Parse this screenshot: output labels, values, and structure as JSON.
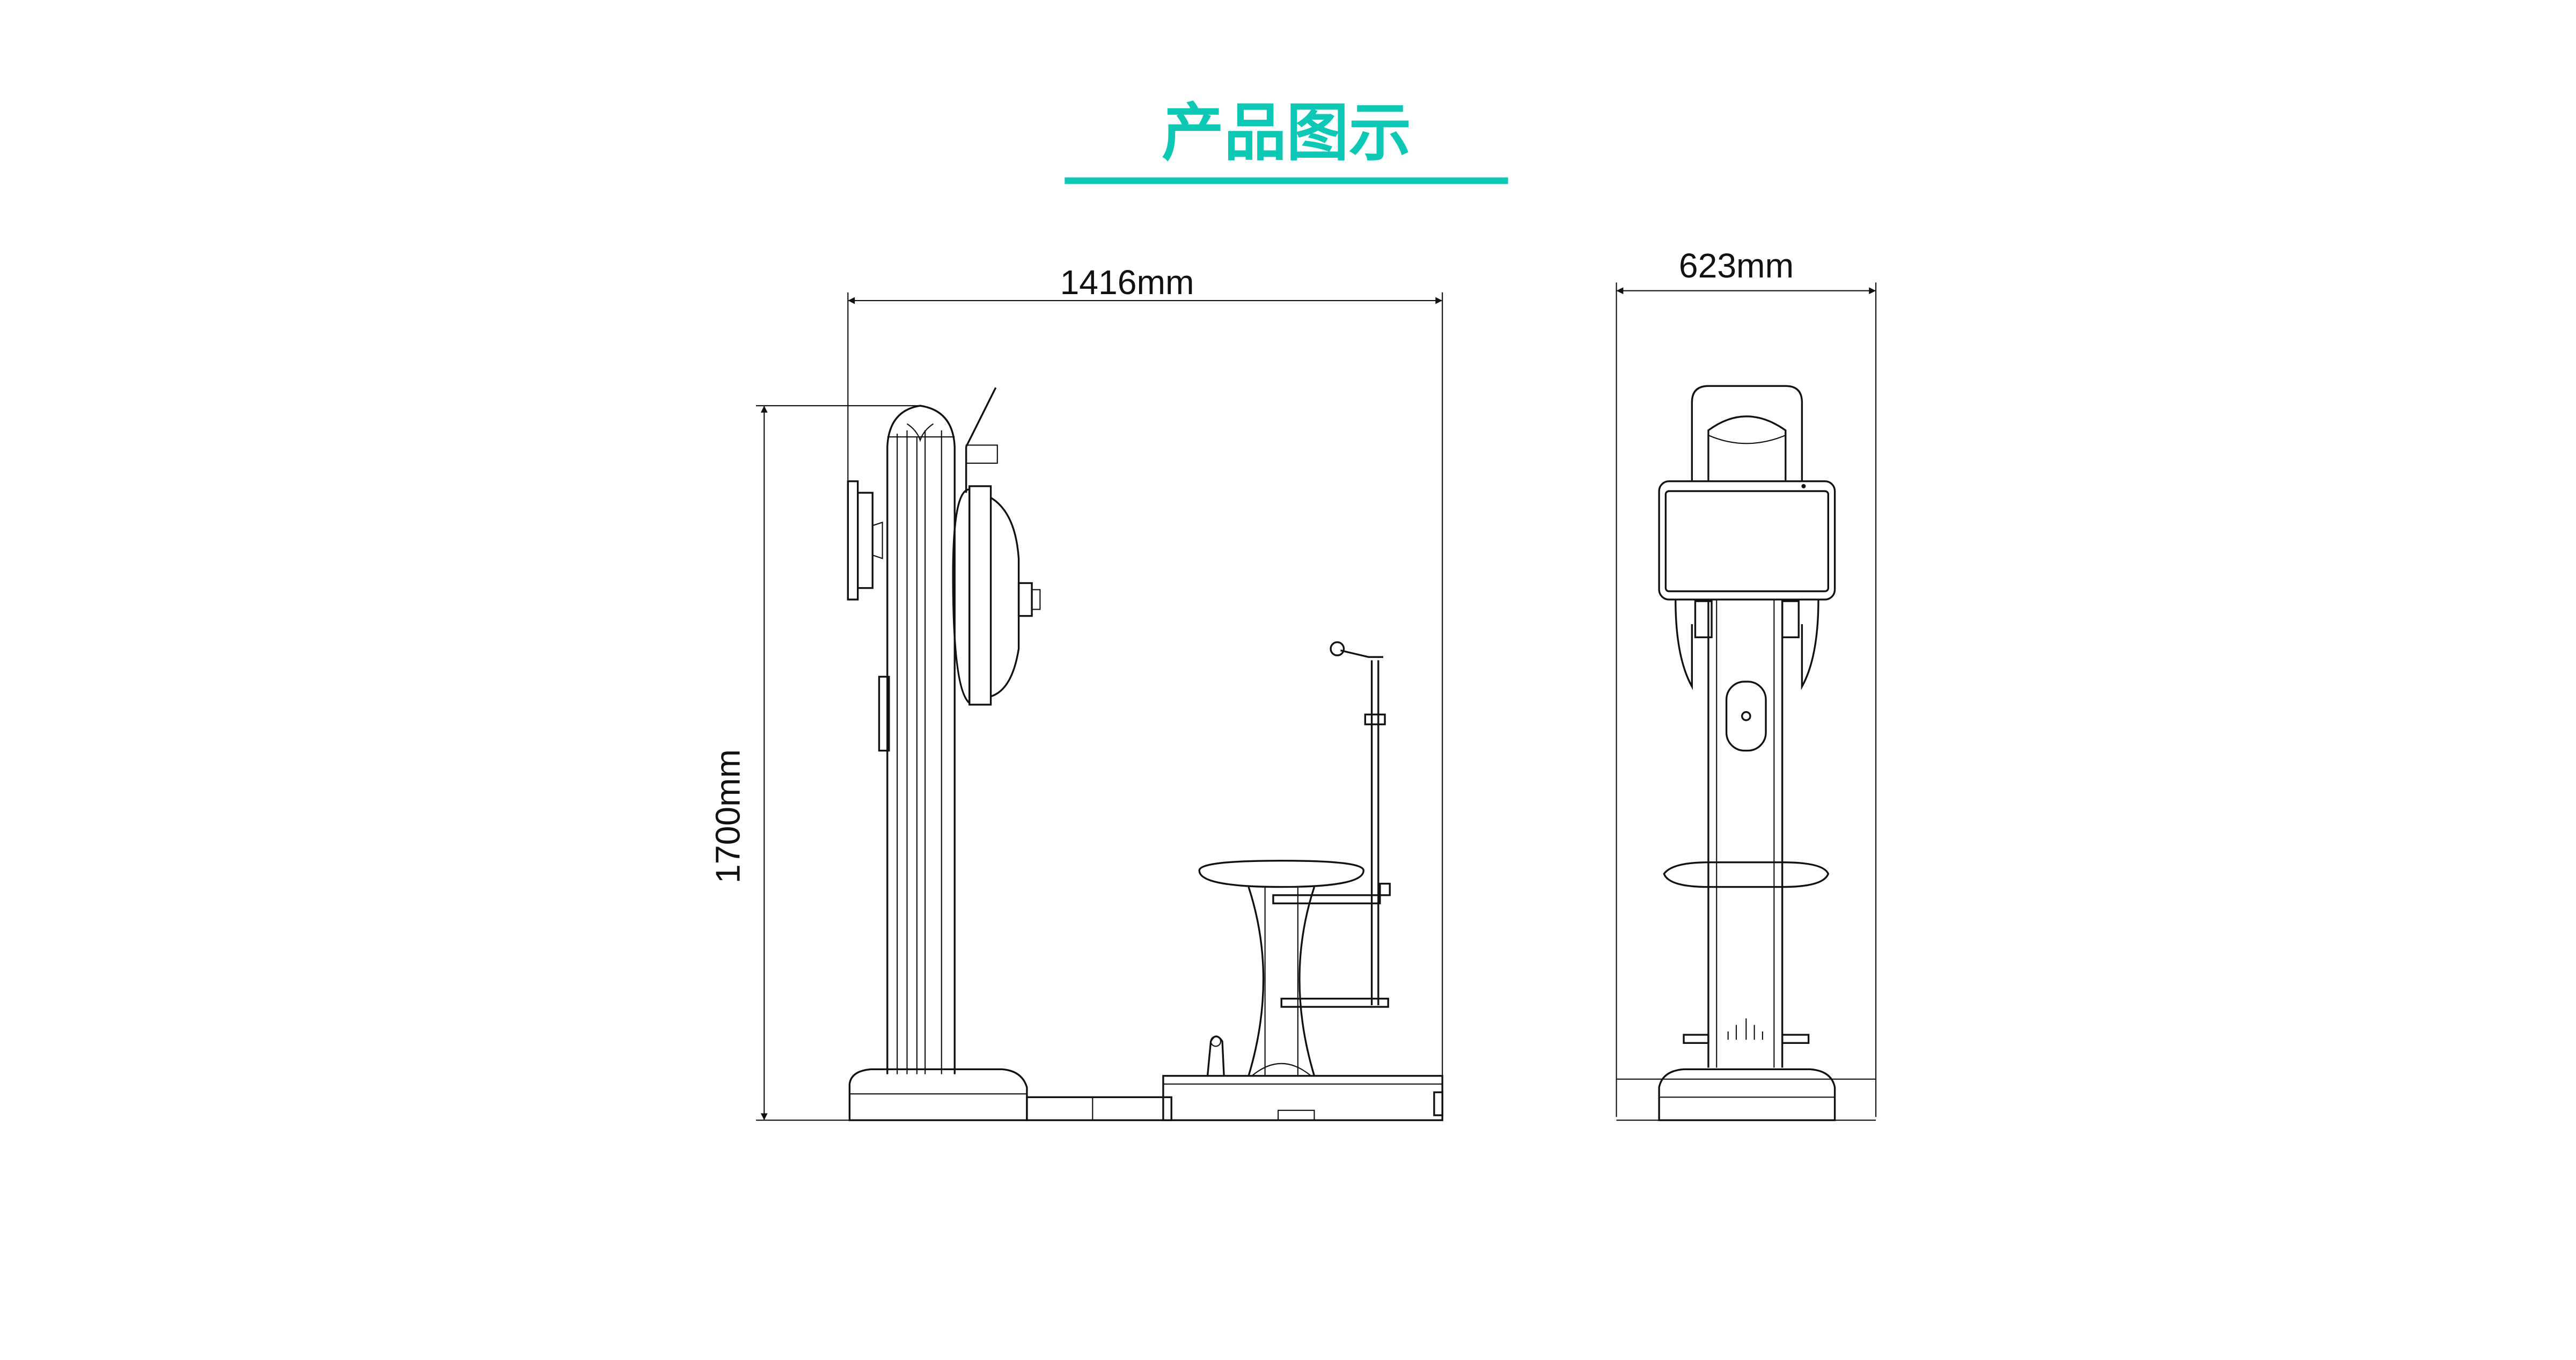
{
  "header": {
    "title": "产品图示"
  },
  "colors": {
    "accent": "#0cc8b4",
    "line": "#111111"
  },
  "side_view": {
    "width_label": "1416mm",
    "height_label": "1700mm"
  },
  "front_view": {
    "width_label": "623mm"
  }
}
